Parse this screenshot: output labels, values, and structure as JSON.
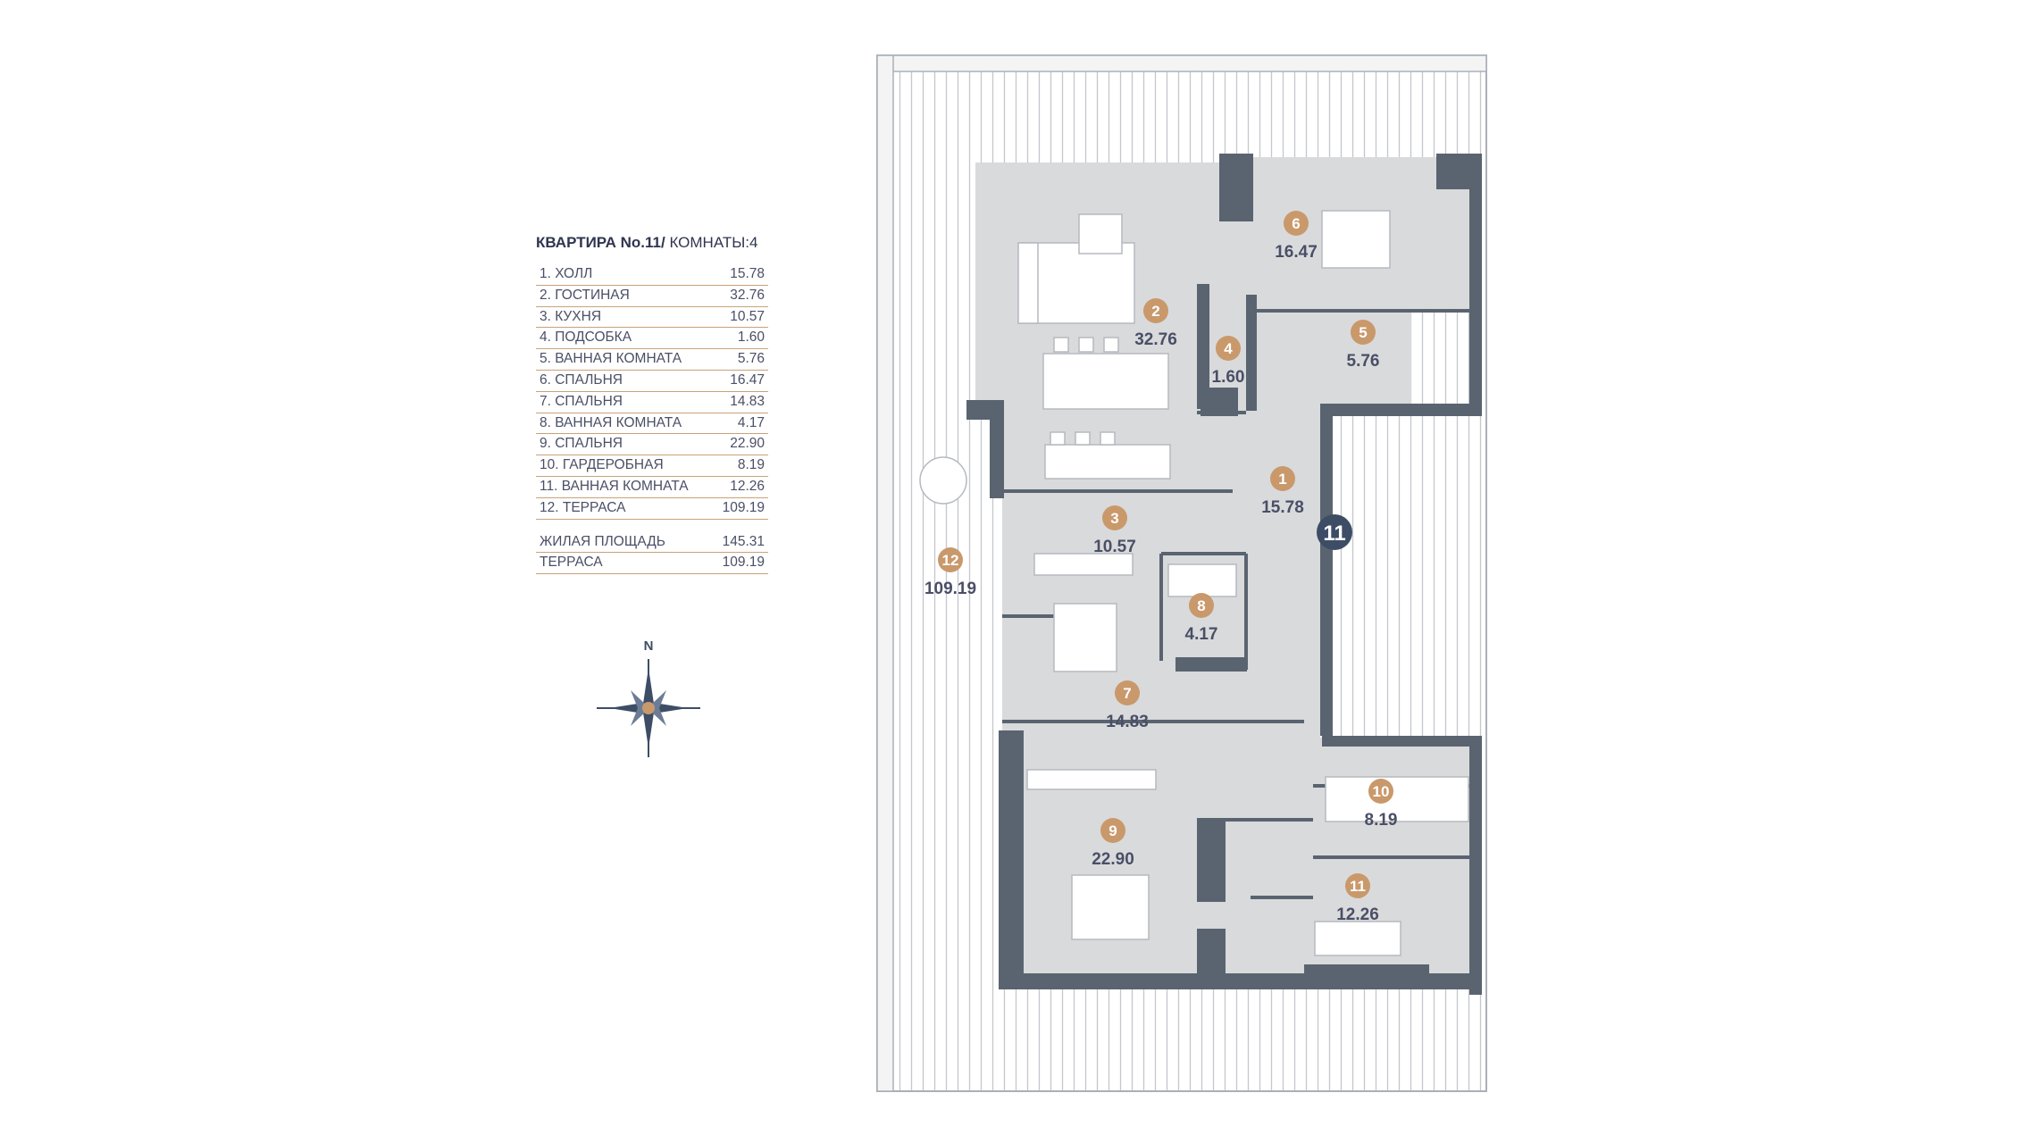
{
  "legend": {
    "title_bold": "КВАРТИРА No.11/",
    "title_rest": " КОМНАТЫ:4",
    "rooms": [
      {
        "name": "1.  ХОЛЛ",
        "area": "15.78"
      },
      {
        "name": "2.  ГОСТИНАЯ",
        "area": "32.76"
      },
      {
        "name": "3.  КУХНЯ",
        "area": "10.57"
      },
      {
        "name": "4.  ПОДСОБКА",
        "area": "1.60"
      },
      {
        "name": "5.  ВАННАЯ КОМНАТА",
        "area": "5.76"
      },
      {
        "name": "6.  СПАЛЬНЯ",
        "area": "16.47"
      },
      {
        "name": "7.  СПАЛЬНЯ",
        "area": "14.83"
      },
      {
        "name": "8.  ВАННАЯ КОМНАТА",
        "area": "4.17"
      },
      {
        "name": "9.  СПАЛЬНЯ",
        "area": "22.90"
      },
      {
        "name": "10. ГАРДЕРОБНАЯ",
        "area": "8.19"
      },
      {
        "name": "11. ВАННАЯ КОМНАТА",
        "area": "12.26"
      },
      {
        "name": "12. ТЕРРАСА",
        "area": "109.19"
      }
    ],
    "totals": [
      {
        "name": "ЖИЛАЯ ПЛОЩАДЬ",
        "area": "145.31"
      },
      {
        "name": "ТЕРРАСА",
        "area": "109.19"
      }
    ]
  },
  "compass_label": "N",
  "apartment_number": "11",
  "plan_rooms": [
    {
      "num": "1",
      "area": "15.78"
    },
    {
      "num": "2",
      "area": "32.76"
    },
    {
      "num": "3",
      "area": "10.57"
    },
    {
      "num": "4",
      "area": "1.60"
    },
    {
      "num": "5",
      "area": "5.76"
    },
    {
      "num": "6",
      "area": "16.47"
    },
    {
      "num": "7",
      "area": "14.83"
    },
    {
      "num": "8",
      "area": "4.17"
    },
    {
      "num": "9",
      "area": "22.90"
    },
    {
      "num": "10",
      "area": "8.19"
    },
    {
      "num": "11",
      "area": "12.26"
    },
    {
      "num": "12",
      "area": "109.19"
    }
  ],
  "colors": {
    "badge": "#c9996b",
    "wall": "#5a6470",
    "floor": "#d9dadc",
    "label": "#4a4f66",
    "apartment_badge": "#3d4d66"
  }
}
